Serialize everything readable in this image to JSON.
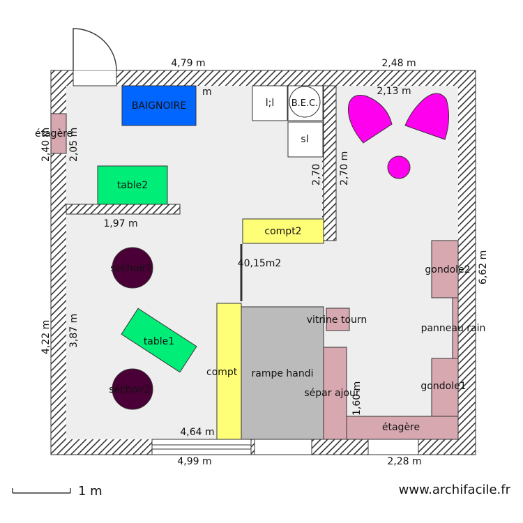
{
  "rooms": {
    "bathtub": "BAIGNOIRE",
    "wc": "l;l",
    "bec": "B.E.C.",
    "sink": "sl",
    "shelf_small": "étagère",
    "table2": "table2",
    "counter2": "compt2",
    "area": "40,15m2",
    "dryer1": "séchoir1",
    "dryer2": "séchoir2",
    "table1": "table1",
    "counter": "compt",
    "ramp": "rampe handi",
    "vitrine": "vitrine tourn",
    "separator": "sépar ajour",
    "gondola1": "gondole1",
    "gondola2": "gondole2",
    "panel": "panneau rain",
    "shelf_bottom": "étagère"
  },
  "dimensions": {
    "top_left": "4,79 m",
    "top_right": "2,48 m",
    "m_near_bath": "m",
    "inner_top_right": "2,13 m",
    "left_top_outer": "2,40 m",
    "left_top_inner": "2,05 m",
    "divider_left": "2,70",
    "divider_right": "2,70 m",
    "mid_width": "1,97 m",
    "right_height": "6,62 m",
    "left_bottom_outer": "4,22 m",
    "left_bottom_inner": "3,87 m",
    "bottom_inner": "4,64 m",
    "bottom_left": "4,99 m",
    "bottom_right": "2,28 m",
    "separator_height": "1,60 m"
  },
  "footer": {
    "scale": "1 m",
    "website": "www.archifacile.fr"
  },
  "colors": {
    "floor": "#eeeeee",
    "bathtub": "#0066ff",
    "table": "#00ee77",
    "counter": "#ffff77",
    "dryer": "#4a0036",
    "furniture": "#d8a8b0",
    "ramp": "#bbbbbb",
    "stool": "#ff00ee"
  }
}
